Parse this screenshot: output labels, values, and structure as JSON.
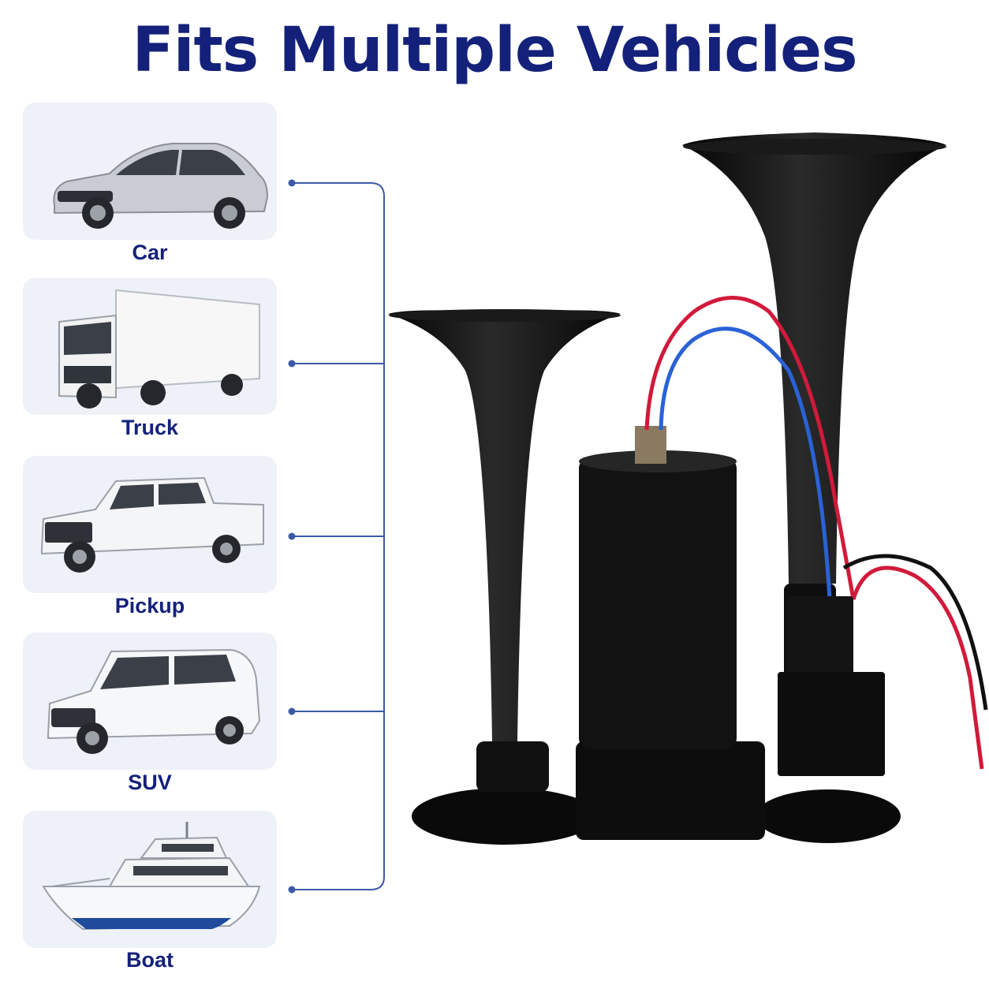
{
  "title": "Fits Multiple Vehicles",
  "colors": {
    "title": "#14217a",
    "label": "#14217a",
    "card_bg": "#eef1f7",
    "connector": "#3d5aa8"
  },
  "vehicles": [
    {
      "label": "Car",
      "icon": "sedan-car-icon"
    },
    {
      "label": "Truck",
      "icon": "box-truck-icon"
    },
    {
      "label": "Pickup",
      "icon": "pickup-truck-icon"
    },
    {
      "label": "SUV",
      "icon": "suv-icon"
    },
    {
      "label": "Boat",
      "icon": "yacht-boat-icon"
    }
  ],
  "product": {
    "icon": "dual-trumpet-air-horn-icon"
  }
}
